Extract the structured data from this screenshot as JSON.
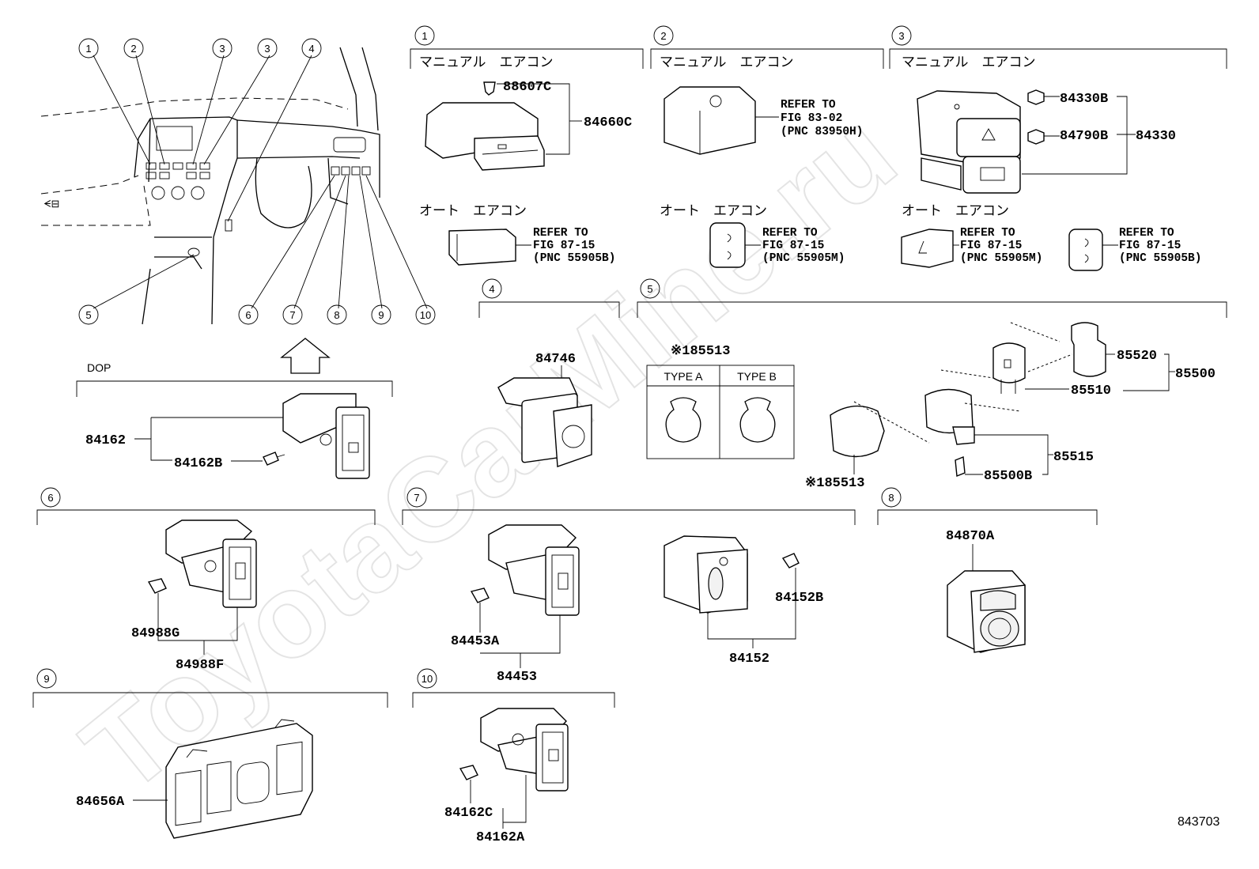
{
  "watermark": "ToyotaCarMine.ru",
  "figure_number": "843703",
  "overview": {
    "callouts_top": [
      "1",
      "2",
      "3",
      "3",
      "4"
    ],
    "callouts_bottom": [
      "5",
      "6",
      "7",
      "8",
      "9",
      "10"
    ],
    "side_label": "DOP"
  },
  "sections": {
    "s1": {
      "num": "1",
      "label_manual": "マニュアル　エアコン",
      "label_auto": "オート　エアコン",
      "parts": {
        "screw": "88607C",
        "switch": "84660C"
      },
      "refer": {
        "l1": "REFER TO",
        "l2": "FIG 87-15",
        "l3": "(PNC 55905B)"
      }
    },
    "s2": {
      "num": "2",
      "label_manual": "マニュアル　エアコン",
      "label_auto": "オート　エアコン",
      "refer_a": {
        "l1": "REFER TO",
        "l2": "FIG 83-02",
        "l3": "(PNC 83950H)"
      },
      "refer_b": {
        "l1": "REFER TO",
        "l2": "FIG 87-15",
        "l3": "(PNC 55905M)"
      }
    },
    "s3": {
      "num": "3",
      "label_manual": "マニュアル　エアコン",
      "label_auto": "オート　エアコン",
      "parts": {
        "bulb_a": "84330B",
        "bulb_b": "84790B",
        "assy": "84330"
      },
      "refer_a": {
        "l1": "REFER TO",
        "l2": "FIG 87-15",
        "l3": "(PNC 55905M)"
      },
      "refer_b": {
        "l1": "REFER TO",
        "l2": "FIG 87-15",
        "l3": "(PNC 55905B)"
      }
    },
    "s4": {
      "num": "4",
      "parts": {
        "socket": "84746"
      }
    },
    "s5": {
      "num": "5",
      "types": {
        "note": "※185513",
        "type_a": "TYPE A",
        "type_b": "TYPE B"
      },
      "parts": {
        "p1": "85520",
        "p2": "85500",
        "p3": "85510",
        "p4": "85515",
        "p5": "85500B",
        "p6": "※185513"
      }
    },
    "dop": {
      "parts": {
        "switch": "84162",
        "bulb": "84162B"
      }
    },
    "s6": {
      "num": "6",
      "parts": {
        "bulb": "84988G",
        "switch": "84988F"
      }
    },
    "s7": {
      "num": "7",
      "parts": {
        "bulb": "84453A",
        "switch": "84453",
        "bulb_b": "84152B",
        "dimmer": "84152"
      }
    },
    "s8": {
      "num": "8",
      "parts": {
        "mirror": "84870A"
      }
    },
    "s9": {
      "num": "9",
      "parts": {
        "panel": "84656A"
      }
    },
    "s10": {
      "num": "10",
      "parts": {
        "bulb": "84162C",
        "switch": "84162A"
      }
    }
  }
}
